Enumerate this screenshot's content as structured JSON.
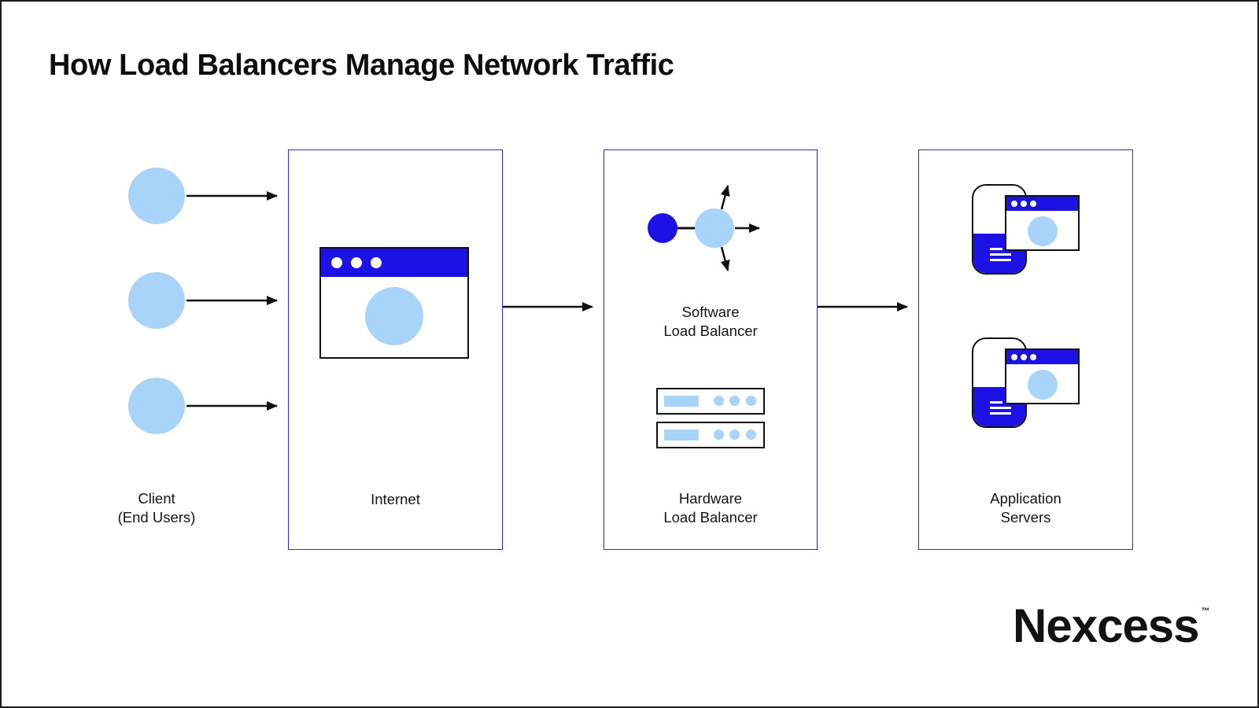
{
  "title": "How Load Balancers Manage Network Traffic",
  "colors": {
    "dark_blue": "#1d12e6",
    "light_blue": "#a7d4f8",
    "box_border": "#3223d6",
    "line_black": "#111111"
  },
  "nodes": {
    "client": {
      "label": "Client\n(End Users)",
      "icon": "user-circle-icon",
      "count": 3
    },
    "internet": {
      "label": "Internet",
      "icon": "browser-window-icon"
    },
    "software_lb": {
      "label": "Software\nLoad Balancer",
      "icon": "traffic-distribution-icon"
    },
    "hardware_lb": {
      "label": "Hardware\nLoad Balancer",
      "icon": "server-rack-icon",
      "count": 2
    },
    "app_servers": {
      "label": "Application\nServers",
      "icon": "app-window-stack-icon",
      "count": 2
    }
  },
  "flow": [
    "client",
    "internet",
    "software_lb/hardware_lb",
    "app_servers"
  ],
  "logo": {
    "text": "Nexcess",
    "trademark": "™"
  }
}
